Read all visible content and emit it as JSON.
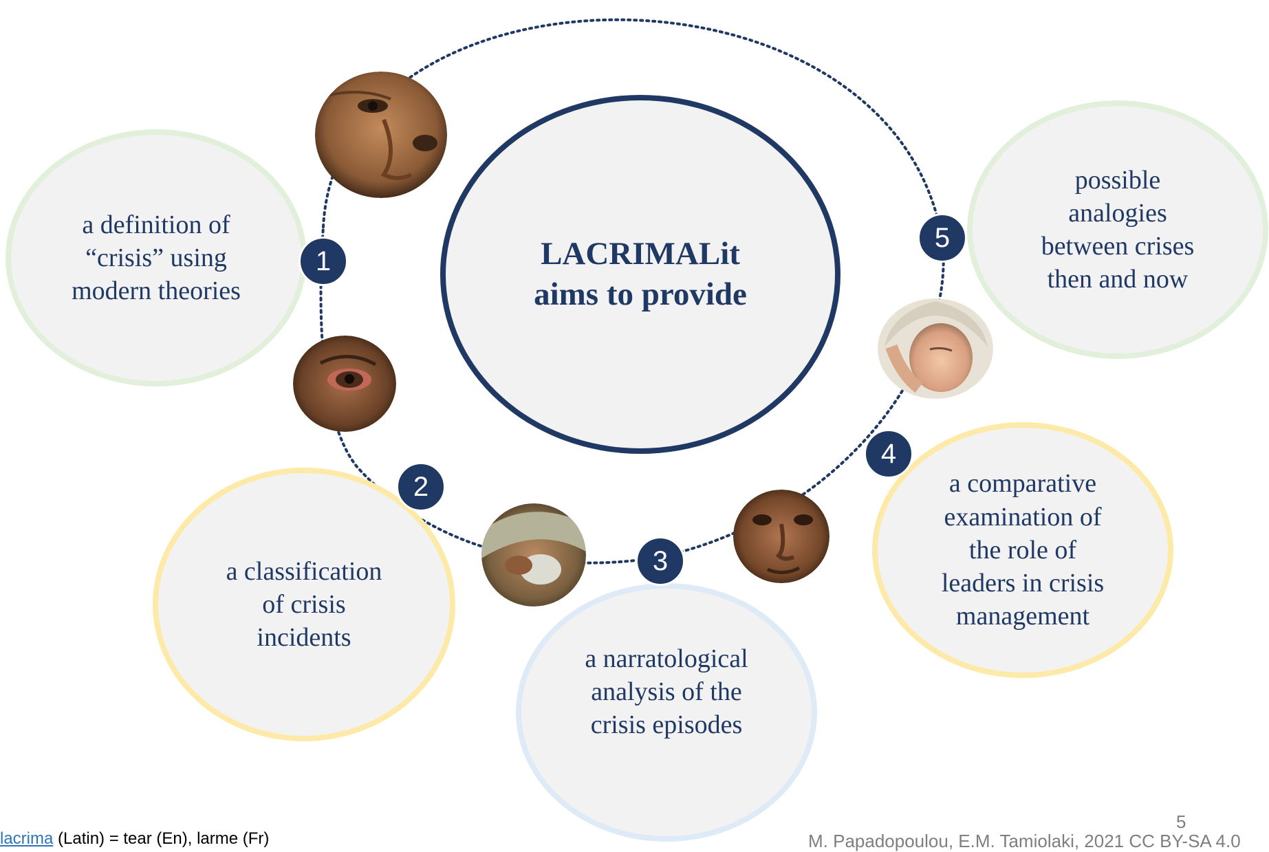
{
  "center": {
    "line1": "LACRIMALit",
    "line2": "aims to provide"
  },
  "items": [
    {
      "number": "1",
      "lines": [
        "a definition of",
        "“crisis” using",
        "modern theories"
      ]
    },
    {
      "number": "2",
      "lines": [
        "a classification",
        "of crisis",
        "incidents"
      ]
    },
    {
      "number": "3",
      "lines": [
        "a narratological",
        "analysis of the",
        "crisis episodes"
      ]
    },
    {
      "number": "4",
      "lines": [
        "a comparative",
        "examination of",
        "the role of",
        "leaders in crisis",
        "management"
      ]
    },
    {
      "number": "5",
      "lines": [
        "possible",
        "analogies",
        "between crises",
        "then and now"
      ]
    }
  ],
  "footer": {
    "term": "lacrima",
    "definition": " (Latin) = tear (En), larme (Fr)",
    "page_number": "5",
    "credit": "M. Papadopoulou, E.M. Tamiolaki, 2021 CC BY-SA 4.0"
  },
  "colors": {
    "navy": "#1f3864",
    "bubble_fill": "#f2f2f2",
    "green_ring": "#e2efda",
    "yellow_ring": "#fdeaa8",
    "blue_ring": "#deebf7"
  },
  "images": [
    "weeping-face-icon",
    "teary-eye-icon",
    "mourner-with-cloth-icon",
    "crying-man-icon",
    "weeping-woman-icon"
  ]
}
